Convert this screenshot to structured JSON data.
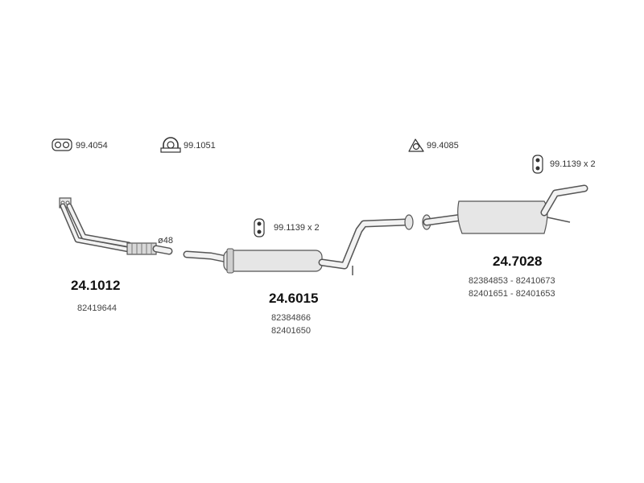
{
  "accessories": {
    "a1": {
      "code": "99.4054",
      "icon": "flange-gasket-icon"
    },
    "a2": {
      "code": "99.1051",
      "icon": "pipe-clamp-icon"
    },
    "a3": {
      "code": "99.4085",
      "icon": "triangle-gasket-icon"
    },
    "a4": {
      "code": "99.1139 x 2",
      "icon": "rubber-hanger-icon"
    },
    "a5": {
      "code": "99.1139 x 2",
      "icon": "rubber-hanger-icon"
    }
  },
  "front_pipe": {
    "part_no": "24.1012",
    "diameter": "ø48",
    "oem": [
      "82419644"
    ]
  },
  "middle_silencer": {
    "part_no": "24.6015",
    "oem": [
      "82384866",
      "82401650"
    ]
  },
  "rear_silencer": {
    "part_no": "24.7028",
    "oem": [
      "82384853 - 82410673",
      "82401651 - 82401653"
    ]
  },
  "colors": {
    "line": "#555555",
    "body": "#e6e6e6",
    "text": "#333333"
  }
}
